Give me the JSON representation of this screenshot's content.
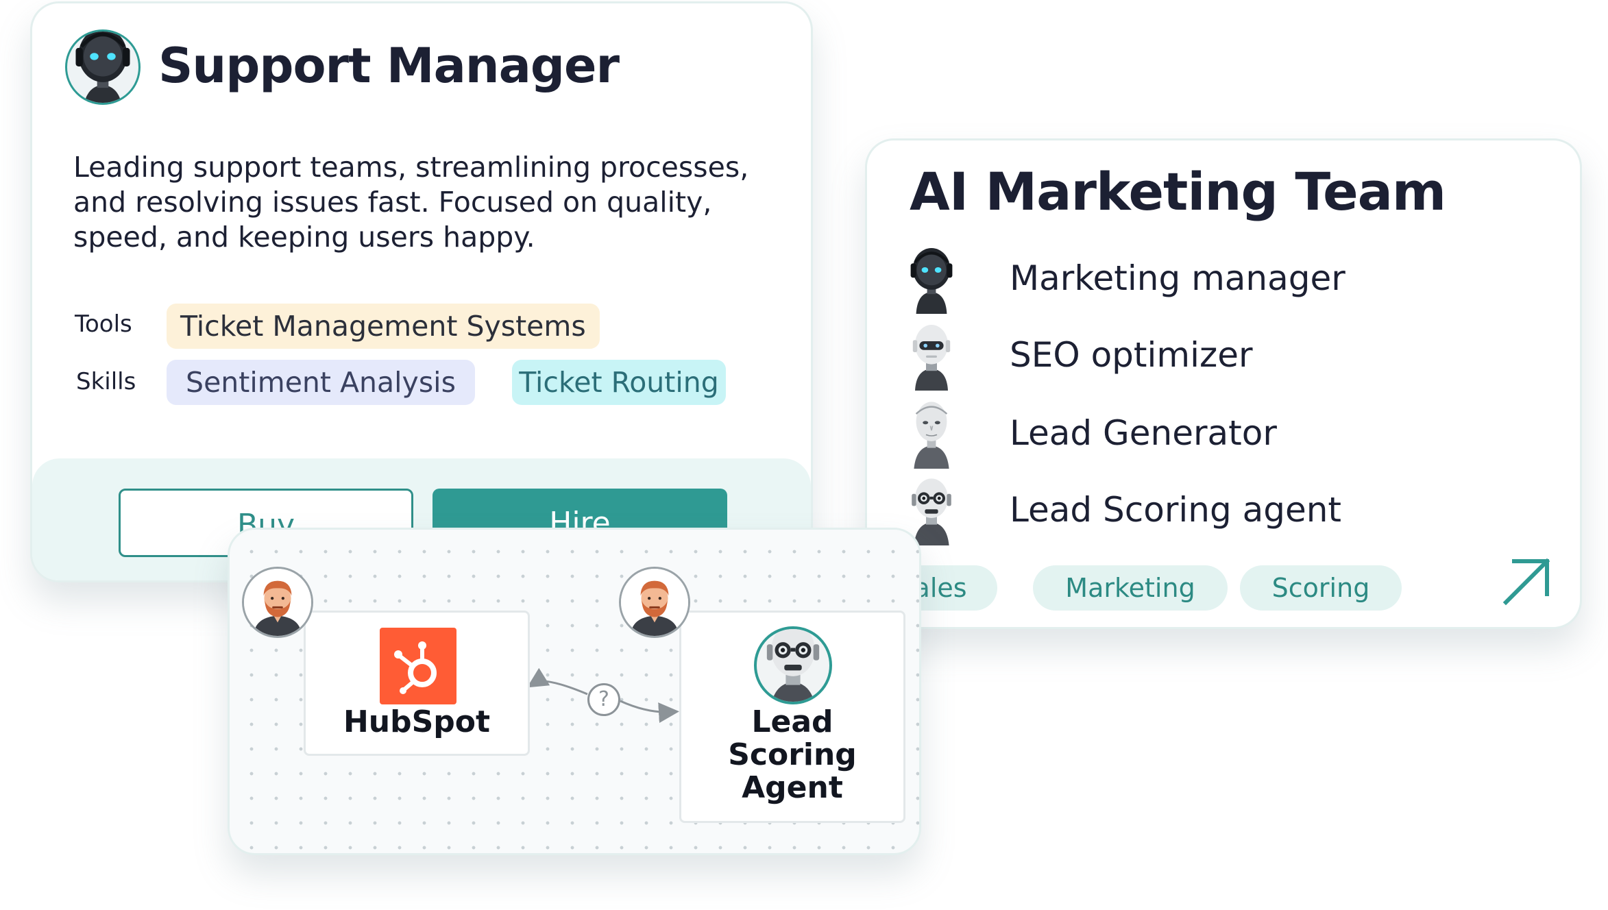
{
  "support_card": {
    "title": "Support Manager",
    "description": "Leading support teams, streamlining processes, and resolving issues fast. Focused on quality, speed, and keeping users happy.",
    "tools_label": "Tools",
    "tools": [
      "Ticket Management Systems"
    ],
    "skills_label": "Skills",
    "skills": [
      "Sentiment Analysis",
      "Ticket Routing"
    ],
    "buy_label": "Buy",
    "hire_label": "Hire"
  },
  "team_card": {
    "title": "AI Marketing Team",
    "members": [
      {
        "label": "Marketing manager",
        "icon": "robot-avatar-headset-icon"
      },
      {
        "label": "SEO optimizer",
        "icon": "robot-avatar-white-icon"
      },
      {
        "label": "Lead Generator",
        "icon": "robot-avatar-humanoid-icon"
      },
      {
        "label": "Lead Scoring agent",
        "icon": "robot-avatar-goggles-icon"
      }
    ],
    "tags": [
      "Sales",
      "Marketing",
      "Scoring"
    ],
    "open_icon": "arrow-up-right-icon"
  },
  "workflow": {
    "nodes": [
      {
        "label": "HubSpot",
        "icon": "hubspot-logo-icon",
        "owner_icon": "person-avatar-icon"
      },
      {
        "label_lines": [
          "Lead",
          "Scoring",
          "Agent"
        ],
        "icon": "robot-avatar-goggles-icon",
        "owner_icon": "person-avatar-icon"
      }
    ],
    "connector_label": "?"
  },
  "colors": {
    "accent": "#2f9a93",
    "tool_chip": "#fdf1d9",
    "skill_chip_1": "#e5e9fb",
    "skill_chip_2": "#c8f4f6",
    "tag_bg": "#e3f3f1",
    "hubspot": "#ff5c35"
  }
}
